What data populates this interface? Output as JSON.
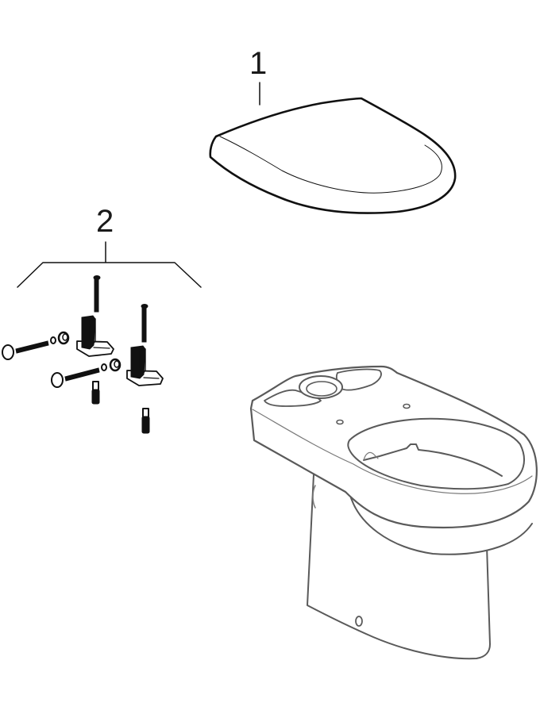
{
  "diagram": {
    "type": "exploded-parts-view",
    "subject": "floor-standing toilet with seat and mounting set",
    "colors": {
      "ink": "#111111",
      "ceramic_outline": "#5a5a5a",
      "background": "#ffffff"
    },
    "parts": [
      {
        "number": "1",
        "label": "1",
        "description": "toilet seat lid"
      },
      {
        "number": "2",
        "label": "2",
        "description": "hinge fixing set (2 hinges, screws, washers, bolts, cover caps, dowels)"
      }
    ],
    "unlabeled_components": [
      {
        "name": "floor-standing toilet bowl",
        "description": "ceramic bowl with cistern mounting surface"
      }
    ]
  }
}
